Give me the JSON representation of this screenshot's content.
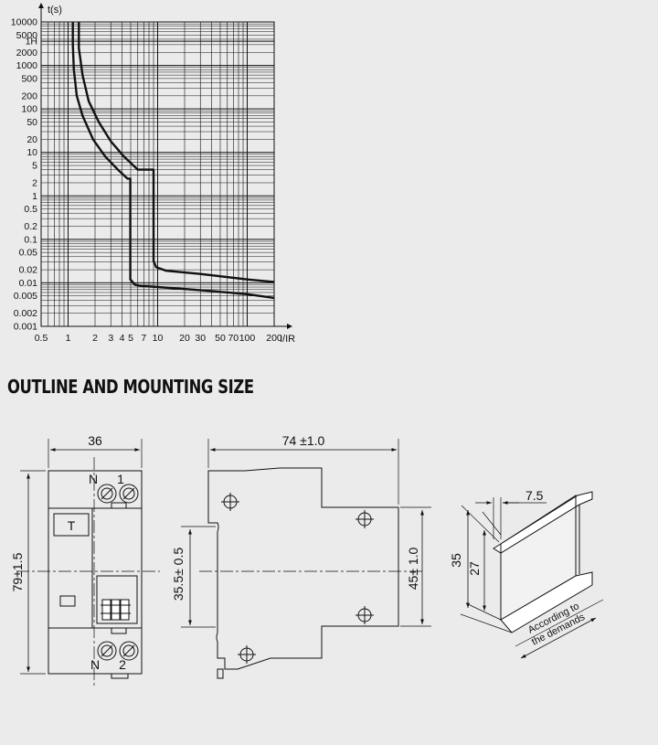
{
  "chart_data": {
    "type": "line",
    "ylabel": "t(s)",
    "xlabel": "I/IR",
    "log_x": true,
    "log_y": true,
    "xlim": [
      0.5,
      200
    ],
    "ylim": [
      0.001,
      10000
    ],
    "x_ticks": [
      {
        "v": 0.5,
        "label": "0.5"
      },
      {
        "v": 1,
        "label": "1"
      },
      {
        "v": 2,
        "label": "2"
      },
      {
        "v": 3,
        "label": "3"
      },
      {
        "v": 4,
        "label": "4"
      },
      {
        "v": 5,
        "label": "5"
      },
      {
        "v": 7,
        "label": "7"
      },
      {
        "v": 10,
        "label": "10"
      },
      {
        "v": 20,
        "label": "20"
      },
      {
        "v": 30,
        "label": "30"
      },
      {
        "v": 50,
        "label": "50"
      },
      {
        "v": 70,
        "label": "70"
      },
      {
        "v": 100,
        "label": "100"
      },
      {
        "v": 200,
        "label": "200"
      }
    ],
    "y_ticks": [
      {
        "v": 10000,
        "label": "10000"
      },
      {
        "v": 5000,
        "label": "5000"
      },
      {
        "v": 3600,
        "label": "1H"
      },
      {
        "v": 2000,
        "label": "2000"
      },
      {
        "v": 1000,
        "label": "1000"
      },
      {
        "v": 500,
        "label": "500"
      },
      {
        "v": 200,
        "label": "200"
      },
      {
        "v": 100,
        "label": "100"
      },
      {
        "v": 50,
        "label": "50"
      },
      {
        "v": 20,
        "label": "20"
      },
      {
        "v": 10,
        "label": "10"
      },
      {
        "v": 5,
        "label": "5"
      },
      {
        "v": 2,
        "label": "2"
      },
      {
        "v": 1,
        "label": "1"
      },
      {
        "v": 0.5,
        "label": "0.5"
      },
      {
        "v": 0.2,
        "label": "0.2"
      },
      {
        "v": 0.1,
        "label": "0.1"
      },
      {
        "v": 0.05,
        "label": "0.05"
      },
      {
        "v": 0.02,
        "label": "0.02"
      },
      {
        "v": 0.01,
        "label": "0.01"
      },
      {
        "v": 0.005,
        "label": "0.005"
      },
      {
        "v": 0.002,
        "label": "0.002"
      },
      {
        "v": 0.001,
        "label": "0.001"
      }
    ],
    "series": [
      {
        "x": [
          1.13,
          1.13,
          1.16,
          1.25,
          1.45,
          1.9,
          2.6,
          3.6,
          4.6,
          4.95,
          4.95,
          5.6,
          6.6,
          10,
          30,
          100,
          200
        ],
        "y": [
          10000,
          3000,
          800,
          200,
          70,
          20,
          8,
          4,
          2.5,
          2.5,
          0.012,
          0.009,
          0.0085,
          0.008,
          0.0068,
          0.0055,
          0.0045
        ]
      },
      {
        "x": [
          1.32,
          1.32,
          1.45,
          1.7,
          2.2,
          3.0,
          4.2,
          6.0,
          9.0,
          9.0,
          9.6,
          12.5,
          30,
          100,
          200
        ],
        "y": [
          10000,
          2500,
          600,
          150,
          50,
          18,
          8,
          4,
          4,
          0.032,
          0.023,
          0.019,
          0.016,
          0.012,
          0.0105
        ]
      }
    ]
  },
  "section_title": "OUTLINE AND MOUNTING SIZE",
  "front_view": {
    "width": "36",
    "height": "79±1.5",
    "label_n_top": "N",
    "label_1": "1",
    "label_t": "T",
    "label_n_bottom": "N",
    "label_2": "2"
  },
  "side_view": {
    "width": "74 ±1.0",
    "mount_left": "35.5± 0.5",
    "mount_right": "45± 1.0"
  },
  "rail": {
    "width": "7.5",
    "height": "35",
    "depth": "27",
    "note_line1": "According to",
    "note_line2": "the demands"
  }
}
